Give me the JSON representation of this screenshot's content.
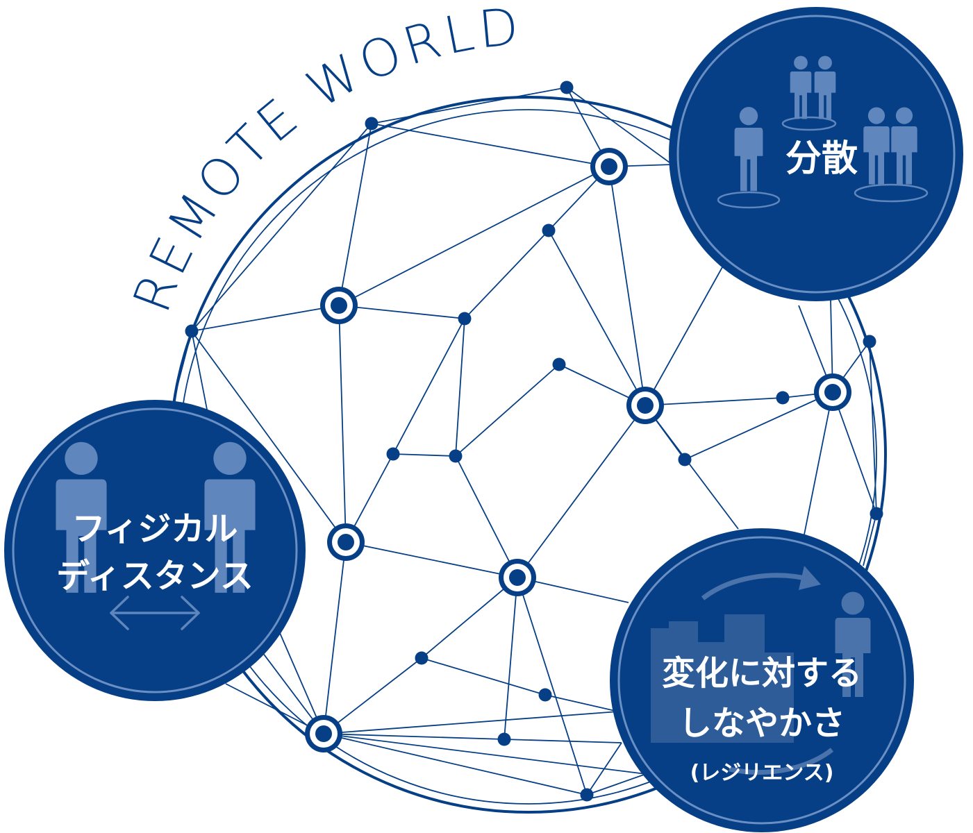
{
  "diagram": {
    "title": "REMOTE WORLD",
    "colors": {
      "primary": "#063f85",
      "icon_fill": "#5f86bd",
      "icon_faint": "#4a72ab",
      "text": "#ffffff",
      "background": "#ffffff"
    },
    "badges": {
      "dispersion": {
        "label": "分散",
        "icon": "people-groups-icon"
      },
      "physical_distance": {
        "line1": "フィジカル",
        "line2": "ディスタンス",
        "icon": "two-people-arrow-icon"
      },
      "resilience": {
        "line1": "変化に対する",
        "line2": "しなやかさ",
        "line3": "(レジリエンス)",
        "icon": "buildings-cycle-icon"
      }
    }
  }
}
